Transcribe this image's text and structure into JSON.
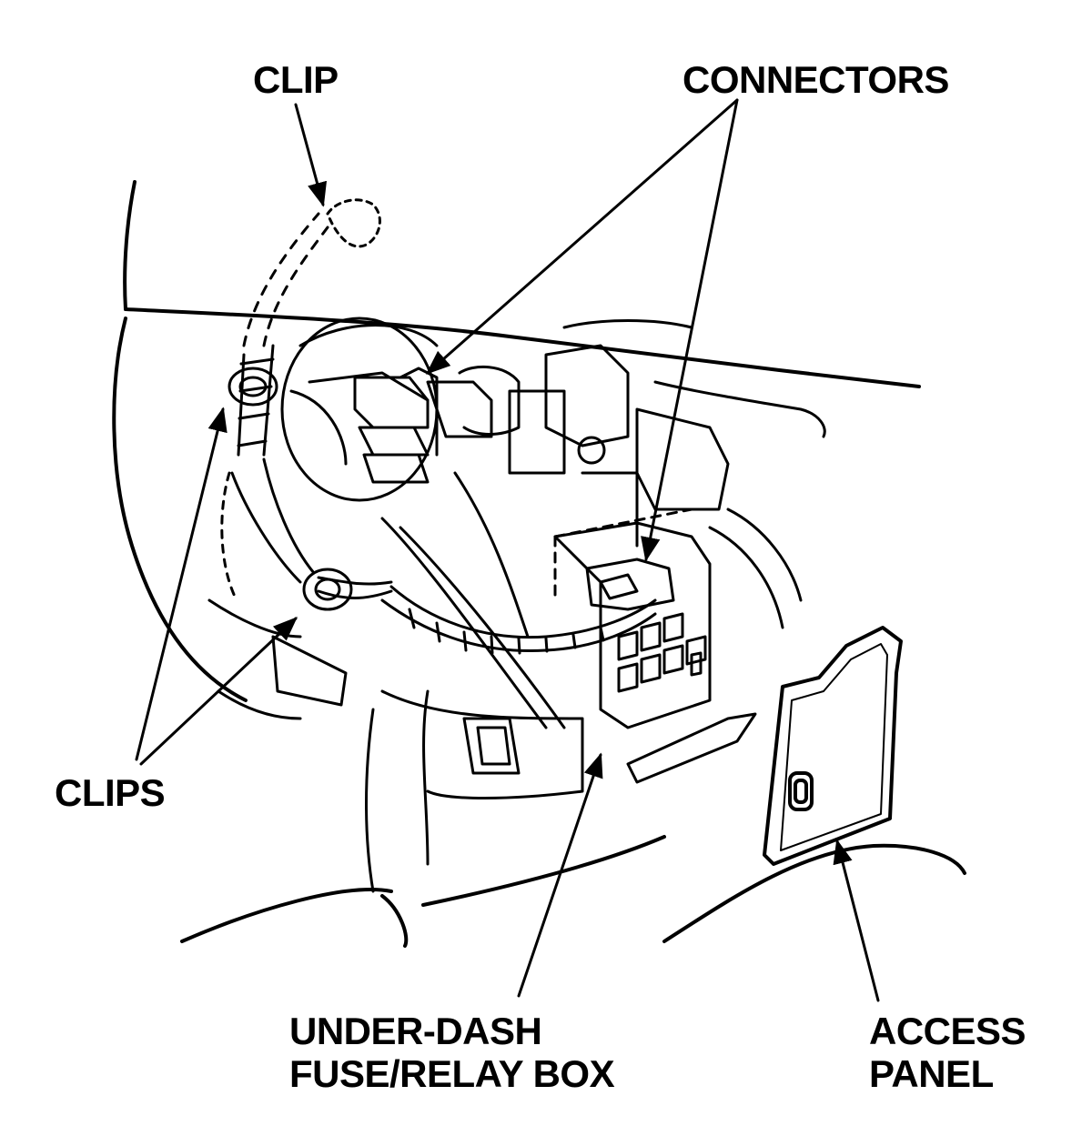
{
  "labels": {
    "clip": "CLIP",
    "connectors": "CONNECTORS",
    "clips": "CLIPS",
    "fuse_box_line1": "UNDER-DASH",
    "fuse_box_line2": "FUSE/RELAY BOX",
    "access_panel_line1": "ACCESS",
    "access_panel_line2": "PANEL"
  },
  "colors": {
    "ink": "#000000",
    "paper": "#ffffff"
  }
}
